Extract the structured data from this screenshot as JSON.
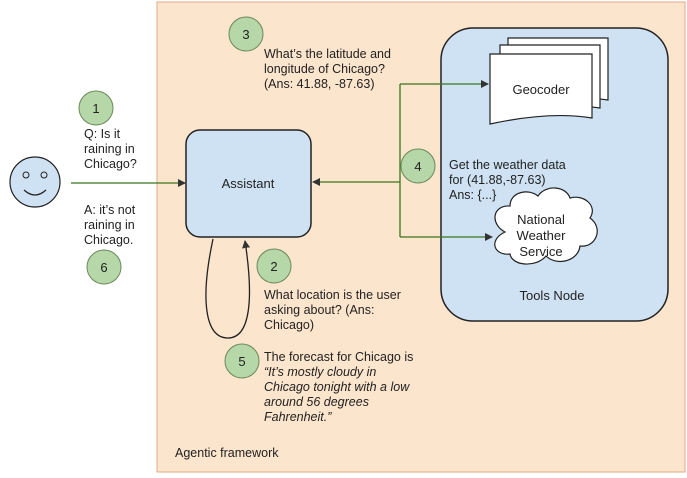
{
  "framework": {
    "label": "Agentic framework"
  },
  "assistant": {
    "label": "Assistant"
  },
  "tools_node": {
    "label": "Tools Node"
  },
  "geocoder": {
    "label": "Geocoder"
  },
  "weather_service": {
    "line1": "National",
    "line2": "Weather",
    "line3": "Service"
  },
  "steps": {
    "s1": {
      "num": "1",
      "lines": [
        "Q: Is it",
        "raining in",
        "Chicago?"
      ]
    },
    "s2": {
      "num": "2",
      "lines": [
        "What location is the user",
        "asking about? (Ans:",
        "Chicago)"
      ]
    },
    "s3": {
      "num": "3",
      "lines": [
        "What’s the latitude and",
        "longitude of Chicago?",
        "(Ans: 41.88, -87.63)"
      ]
    },
    "s4": {
      "num": "4",
      "lines": [
        "Get the weather data",
        "for (41.88,-87.63)",
        "Ans: {...}"
      ]
    },
    "s5": {
      "num": "5",
      "lines": [
        "The forecast for Chicago is",
        "“It’s mostly cloudy in",
        "Chicago tonight with a low",
        "around 56 degrees",
        "Fahrenheit.”"
      ]
    },
    "s6": {
      "num": "6",
      "lines": [
        "A: it’s not",
        "raining in",
        "Chicago."
      ]
    }
  },
  "colors": {
    "framework_fill": "#fce5cd",
    "framework_border": "#e0a98a",
    "node_fill": "#cfe2f3",
    "step_fill": "#b6d7a8",
    "step_border": "#6a8759",
    "arrow": "#38761d",
    "face_fill": "#cfe2f3"
  }
}
